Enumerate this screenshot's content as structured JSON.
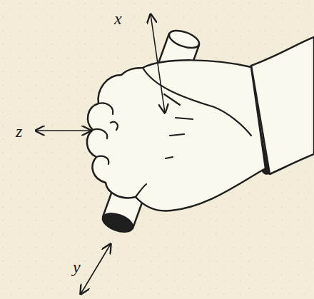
{
  "diagram": {
    "labels": [
      "x",
      "z",
      "y"
    ]
  }
}
